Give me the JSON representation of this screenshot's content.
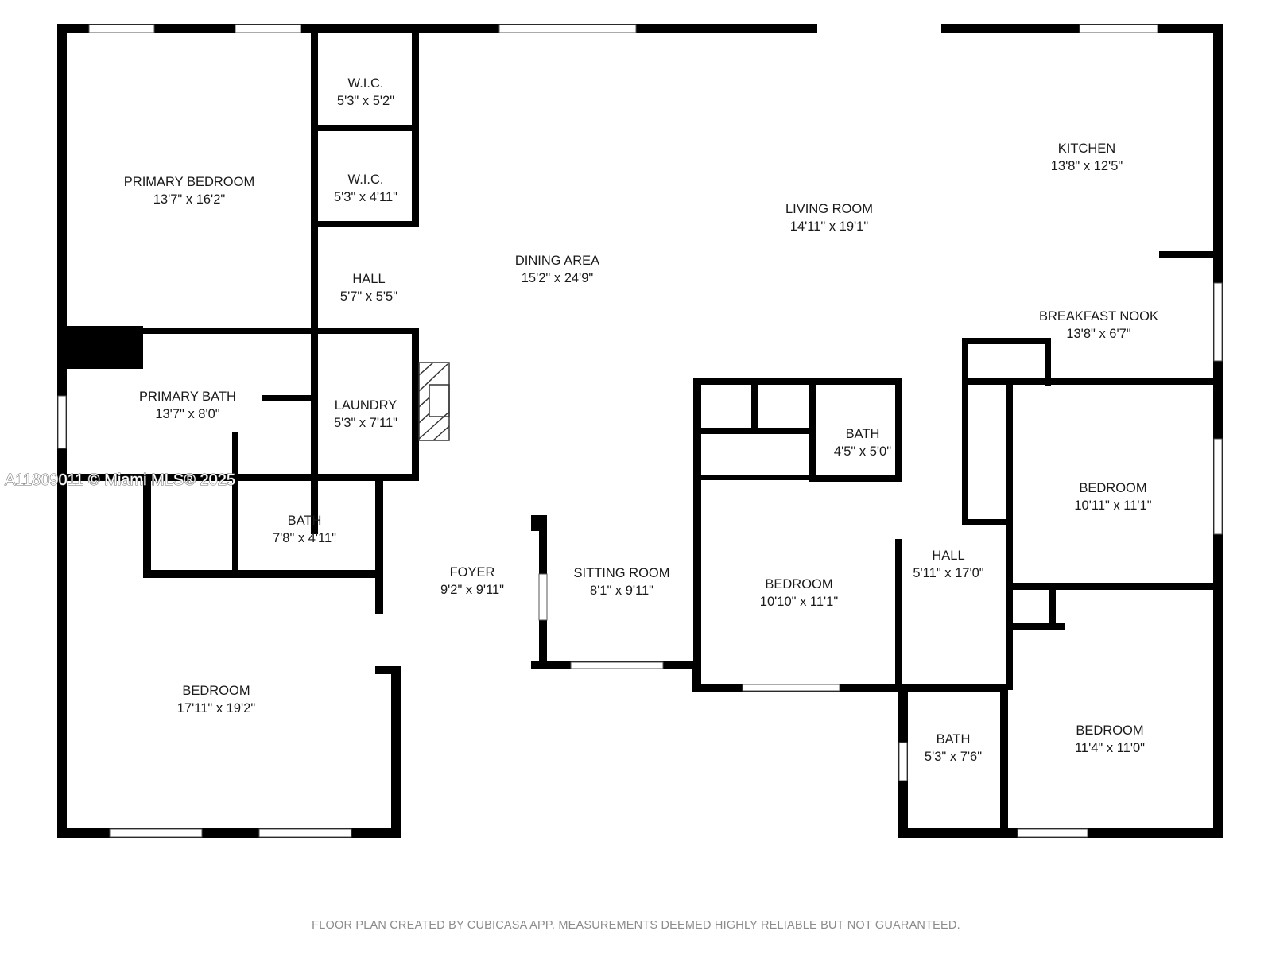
{
  "plan": {
    "rooms": [
      {
        "id": "primary-bedroom",
        "name": "PRIMARY BEDROOM",
        "dims": "13'7\" x 16'2\""
      },
      {
        "id": "wic-1",
        "name": "W.I.C.",
        "dims": "5'3\" x 5'2\""
      },
      {
        "id": "wic-2",
        "name": "W.I.C.",
        "dims": "5'3\" x 4'11\""
      },
      {
        "id": "hall-upper",
        "name": "HALL",
        "dims": "5'7\" x 5'5\""
      },
      {
        "id": "dining-area",
        "name": "DINING AREA",
        "dims": "15'2\" x 24'9\""
      },
      {
        "id": "living-room",
        "name": "LIVING ROOM",
        "dims": "14'11\" x 19'1\""
      },
      {
        "id": "kitchen",
        "name": "KITCHEN",
        "dims": "13'8\" x 12'5\""
      },
      {
        "id": "breakfast-nook",
        "name": "BREAKFAST NOOK",
        "dims": "13'8\" x 6'7\""
      },
      {
        "id": "primary-bath",
        "name": "PRIMARY BATH",
        "dims": "13'7\" x 8'0\""
      },
      {
        "id": "laundry",
        "name": "LAUNDRY",
        "dims": "5'3\" x 7'11\""
      },
      {
        "id": "bath-center",
        "name": "BATH",
        "dims": "4'5\" x 5'0\""
      },
      {
        "id": "bedroom-east",
        "name": "BEDROOM",
        "dims": "10'11\" x 11'1\""
      },
      {
        "id": "bath-west",
        "name": "BATH",
        "dims": "7'8\" x 4'11\""
      },
      {
        "id": "foyer",
        "name": "FOYER",
        "dims": "9'2\" x 9'11\""
      },
      {
        "id": "sitting-room",
        "name": "SITTING ROOM",
        "dims": "8'1\" x 9'11\""
      },
      {
        "id": "bedroom-center",
        "name": "BEDROOM",
        "dims": "10'10\" x 11'1\""
      },
      {
        "id": "hall-east",
        "name": "HALL",
        "dims": "5'11\" x 17'0\""
      },
      {
        "id": "bedroom-west",
        "name": "BEDROOM",
        "dims": "17'11\" x 19'2\""
      },
      {
        "id": "bath-south",
        "name": "BATH",
        "dims": "5'3\" x 7'6\""
      },
      {
        "id": "bedroom-southeast",
        "name": "BEDROOM",
        "dims": "11'4\" x 11'0\""
      }
    ],
    "watermark": "A11809011 © Miami MLS® 2025",
    "footer": "FLOOR PLAN CREATED BY CUBICASA APP. MEASUREMENTS DEEMED HIGHLY RELIABLE BUT NOT GUARANTEED.",
    "colors": {
      "wall": "#000000",
      "window": "#ffffff",
      "background": "#ffffff"
    }
  }
}
